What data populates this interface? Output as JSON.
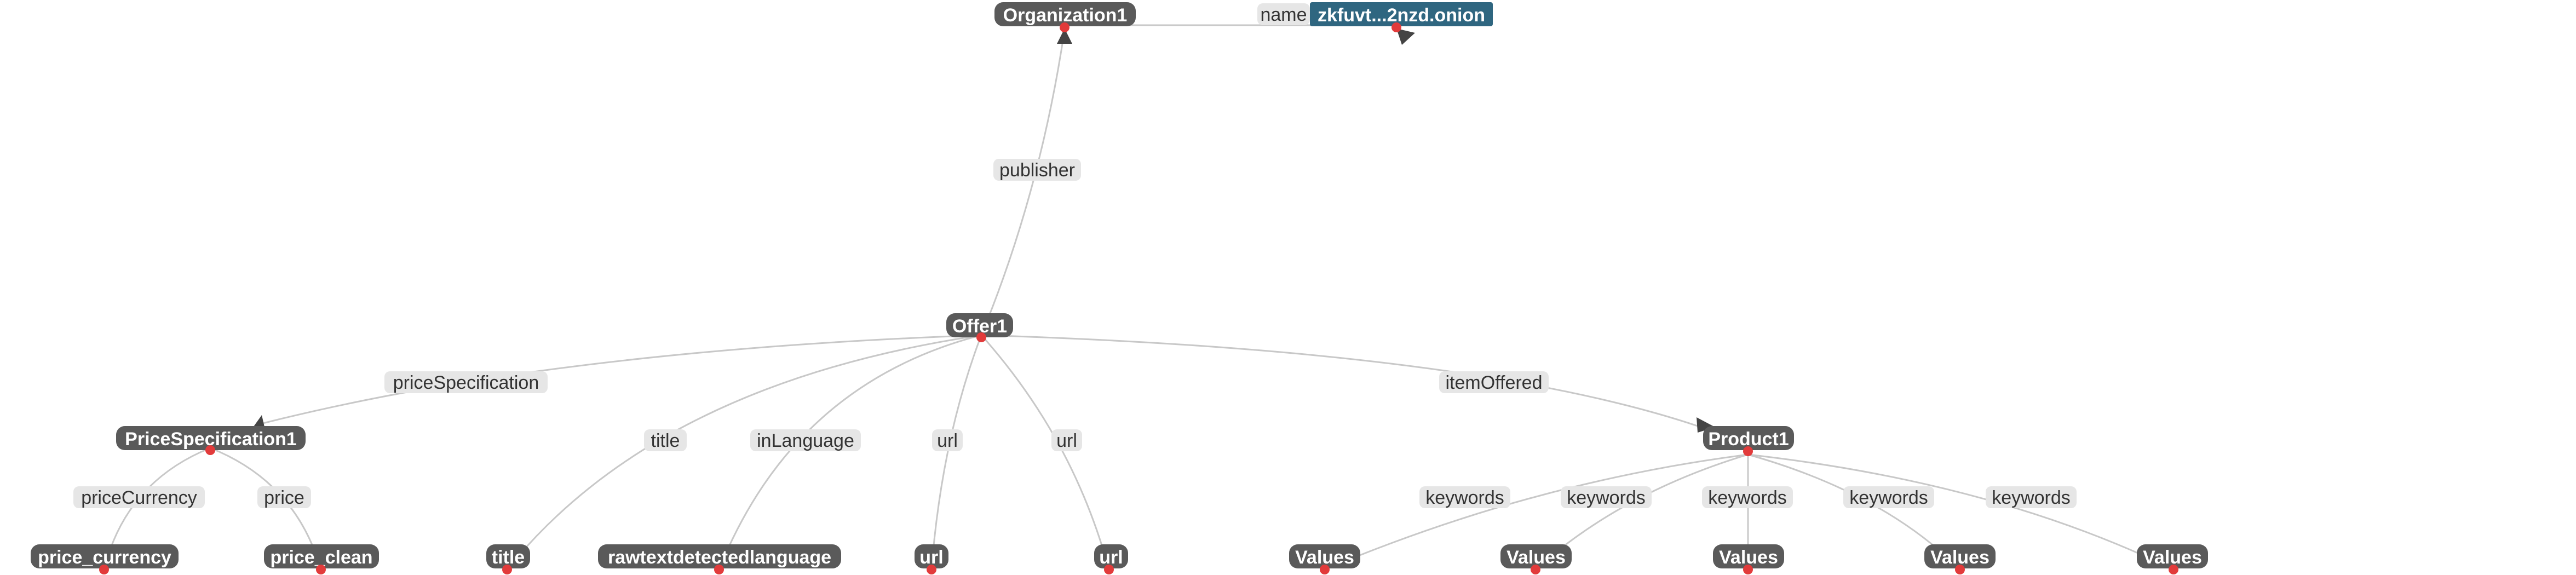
{
  "nodes": {
    "organization": "Organization1",
    "name_literal": "zkfuvt...2nzd.onion",
    "offer": "Offer1",
    "price_specification": "PriceSpecification1",
    "product": "Product1",
    "price_currency": "price_currency",
    "price_clean": "price_clean",
    "title": "title",
    "language": "rawtextdetectedlanguage",
    "url_1": "url",
    "url_2": "url",
    "values_1": "Values",
    "values_2": "Values",
    "values_3": "Values",
    "values_4": "Values",
    "values_5": "Values"
  },
  "edges": {
    "name": "name",
    "publisher": "publisher",
    "price_specification": "priceSpecification",
    "item_offered": "itemOffered",
    "title": "title",
    "in_language": "inLanguage",
    "url_1": "url",
    "url_2": "url",
    "price_currency": "priceCurrency",
    "price": "price",
    "keywords_1": "keywords",
    "keywords_2": "keywords",
    "keywords_3": "keywords",
    "keywords_4": "keywords",
    "keywords_5": "keywords"
  },
  "colors": {
    "class_node": "#5a5a5a",
    "literal_node": "#2f6680",
    "edge_line": "#c8c8c8",
    "edge_label_bg": "#e6e6e6",
    "anchor_dot": "#e23b3b",
    "arrow": "#444444"
  }
}
